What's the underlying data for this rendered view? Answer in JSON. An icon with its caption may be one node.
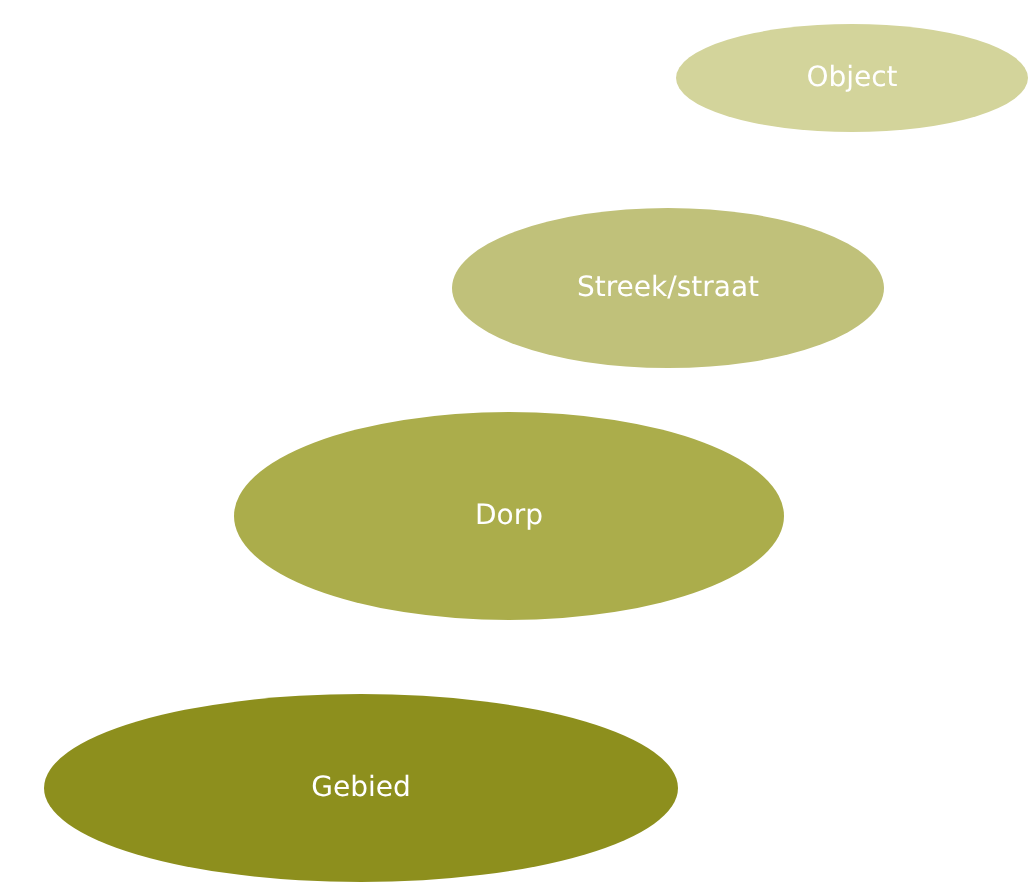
{
  "diagram": {
    "nodes": [
      {
        "text": [
          "Object"
        ]
      },
      {
        "text": [
          "Streek/straat"
        ]
      },
      {
        "text": [
          "Dorp"
        ]
      },
      {
        "text": [
          "Gebied"
        ]
      }
    ]
  }
}
